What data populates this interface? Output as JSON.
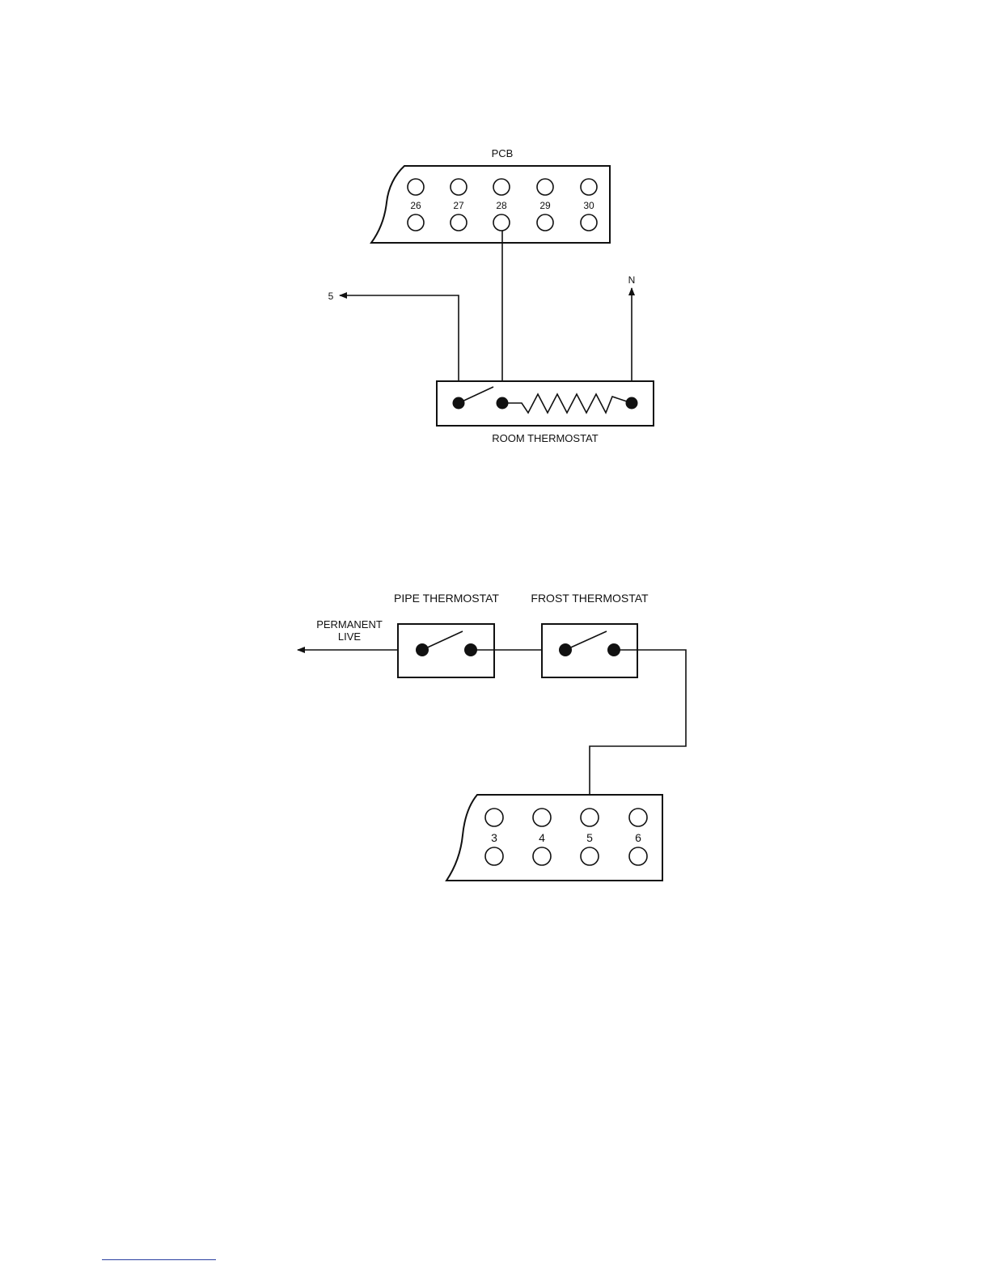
{
  "diagram1": {
    "pcb_label": "PCB",
    "terminals": [
      "26",
      "27",
      "28",
      "29",
      "30"
    ],
    "arrow_left_label": "5",
    "arrow_up_label": "N",
    "thermostat_label": "ROOM THERMOSTAT"
  },
  "diagram2": {
    "pipe_thermostat_label": "PIPE THERMOSTAT",
    "frost_thermostat_label": "FROST THERMOSTAT",
    "live_label_line1": "PERMANENT",
    "live_label_line2": "LIVE",
    "terminals": [
      "3",
      "4",
      "5",
      "6"
    ]
  },
  "colors": {
    "line": "#111111",
    "footer_rule": "#2a3fa0"
  }
}
